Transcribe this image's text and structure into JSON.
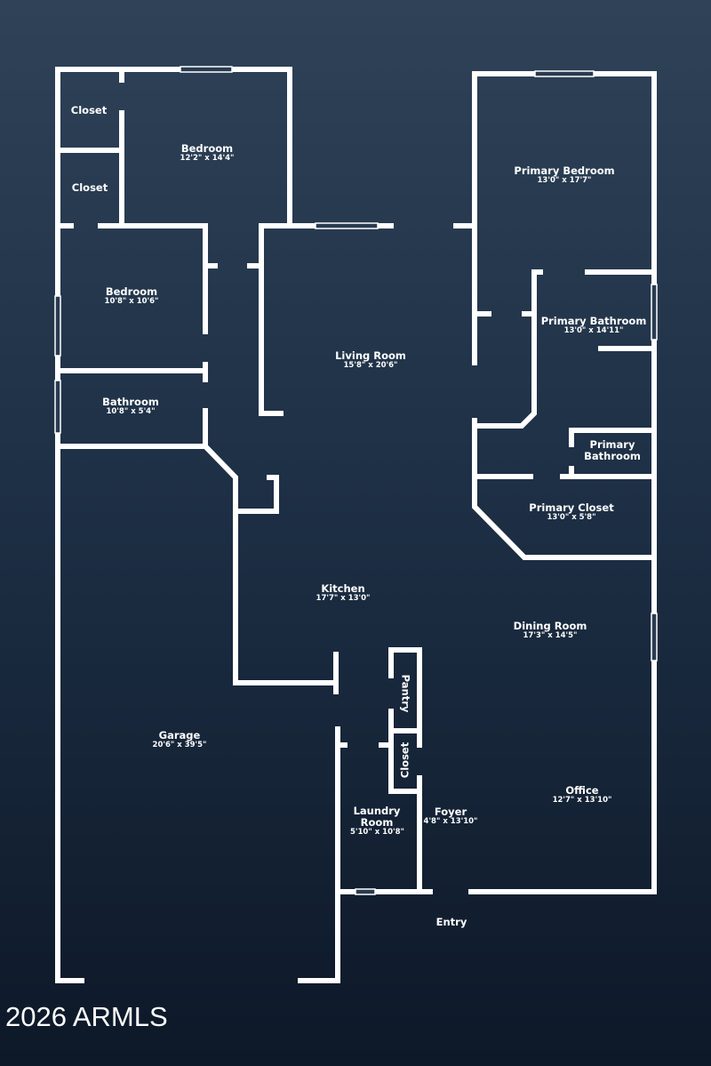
{
  "rooms": {
    "closet1": {
      "name": "Closet"
    },
    "closet2": {
      "name": "Closet"
    },
    "bedroom1": {
      "name": "Bedroom",
      "dims": "12'2\" x 14'4\""
    },
    "bedroom2": {
      "name": "Bedroom",
      "dims": "10'8\" x 10'6\""
    },
    "bathroom": {
      "name": "Bathroom",
      "dims": "10'8\" x 5'4\""
    },
    "living": {
      "name": "Living Room",
      "dims": "15'8\" x 20'6\""
    },
    "primary_bedroom": {
      "name": "Primary Bedroom",
      "dims": "13'0\" x 17'7\""
    },
    "primary_bathroom": {
      "name": "Primary Bathroom",
      "dims": "13'0\" x 14'11\""
    },
    "primary_bathroom2": {
      "name": "Primary Bathroom"
    },
    "primary_closet": {
      "name": "Primary Closet",
      "dims": "13'0\" x 5'8\""
    },
    "kitchen": {
      "name": "Kitchen",
      "dims": "17'7\" x 13'0\""
    },
    "dining": {
      "name": "Dining Room",
      "dims": "17'3\" x 14'5\""
    },
    "garage": {
      "name": "Garage",
      "dims": "20'6\" x 39'5\""
    },
    "pantry": {
      "name": "Pantry"
    },
    "closet3": {
      "name": "Closet"
    },
    "office": {
      "name": "Office",
      "dims": "12'7\" x 13'10\""
    },
    "laundry": {
      "name": "Laundry Room",
      "dims": "5'10\" x 10'8\""
    },
    "foyer": {
      "name": "Foyer",
      "dims": "4'8\" x 13'10\""
    },
    "entry": {
      "name": "Entry"
    }
  },
  "copyright": "2026 ARMLS"
}
